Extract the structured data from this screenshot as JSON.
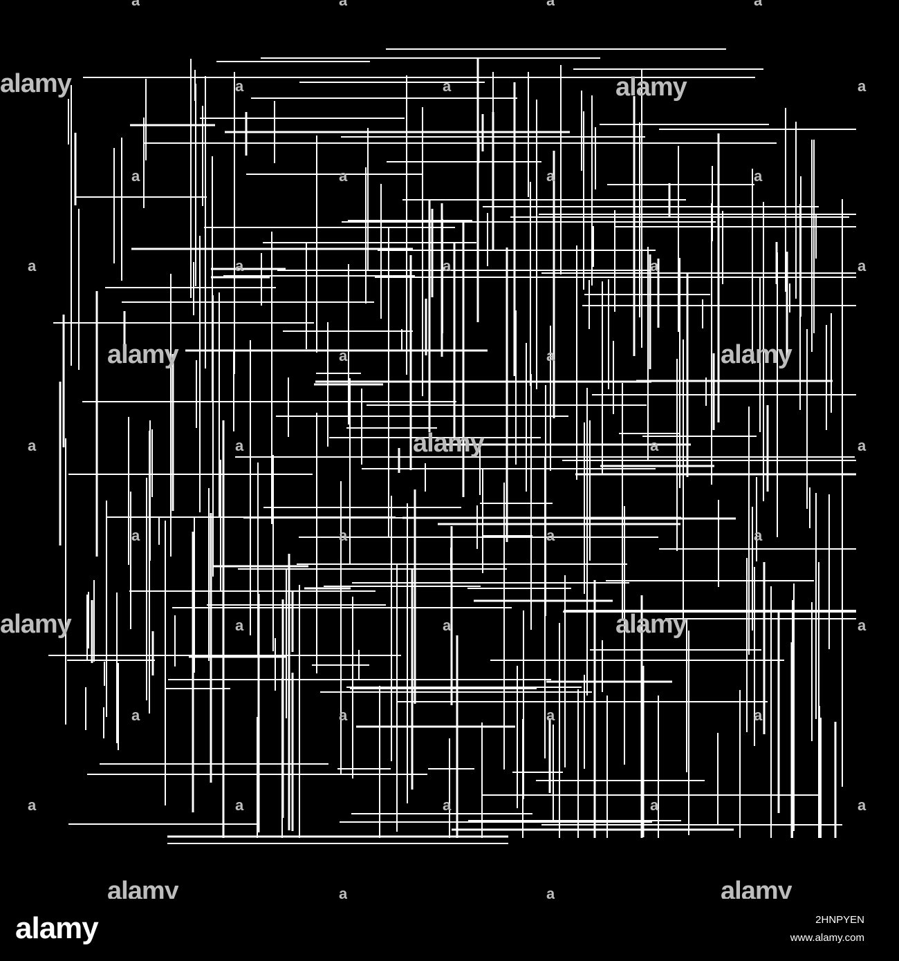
{
  "image": {
    "background_color": "#000000",
    "line_color": "#ffffff",
    "subject": "random white crossing lines"
  },
  "watermark": {
    "brand": "alamy",
    "short_mark": "a",
    "color": "#bdbdbd"
  },
  "footer": {
    "logo": "alamy",
    "image_id": "2HNPYEN",
    "url": "www.alamy.com"
  }
}
